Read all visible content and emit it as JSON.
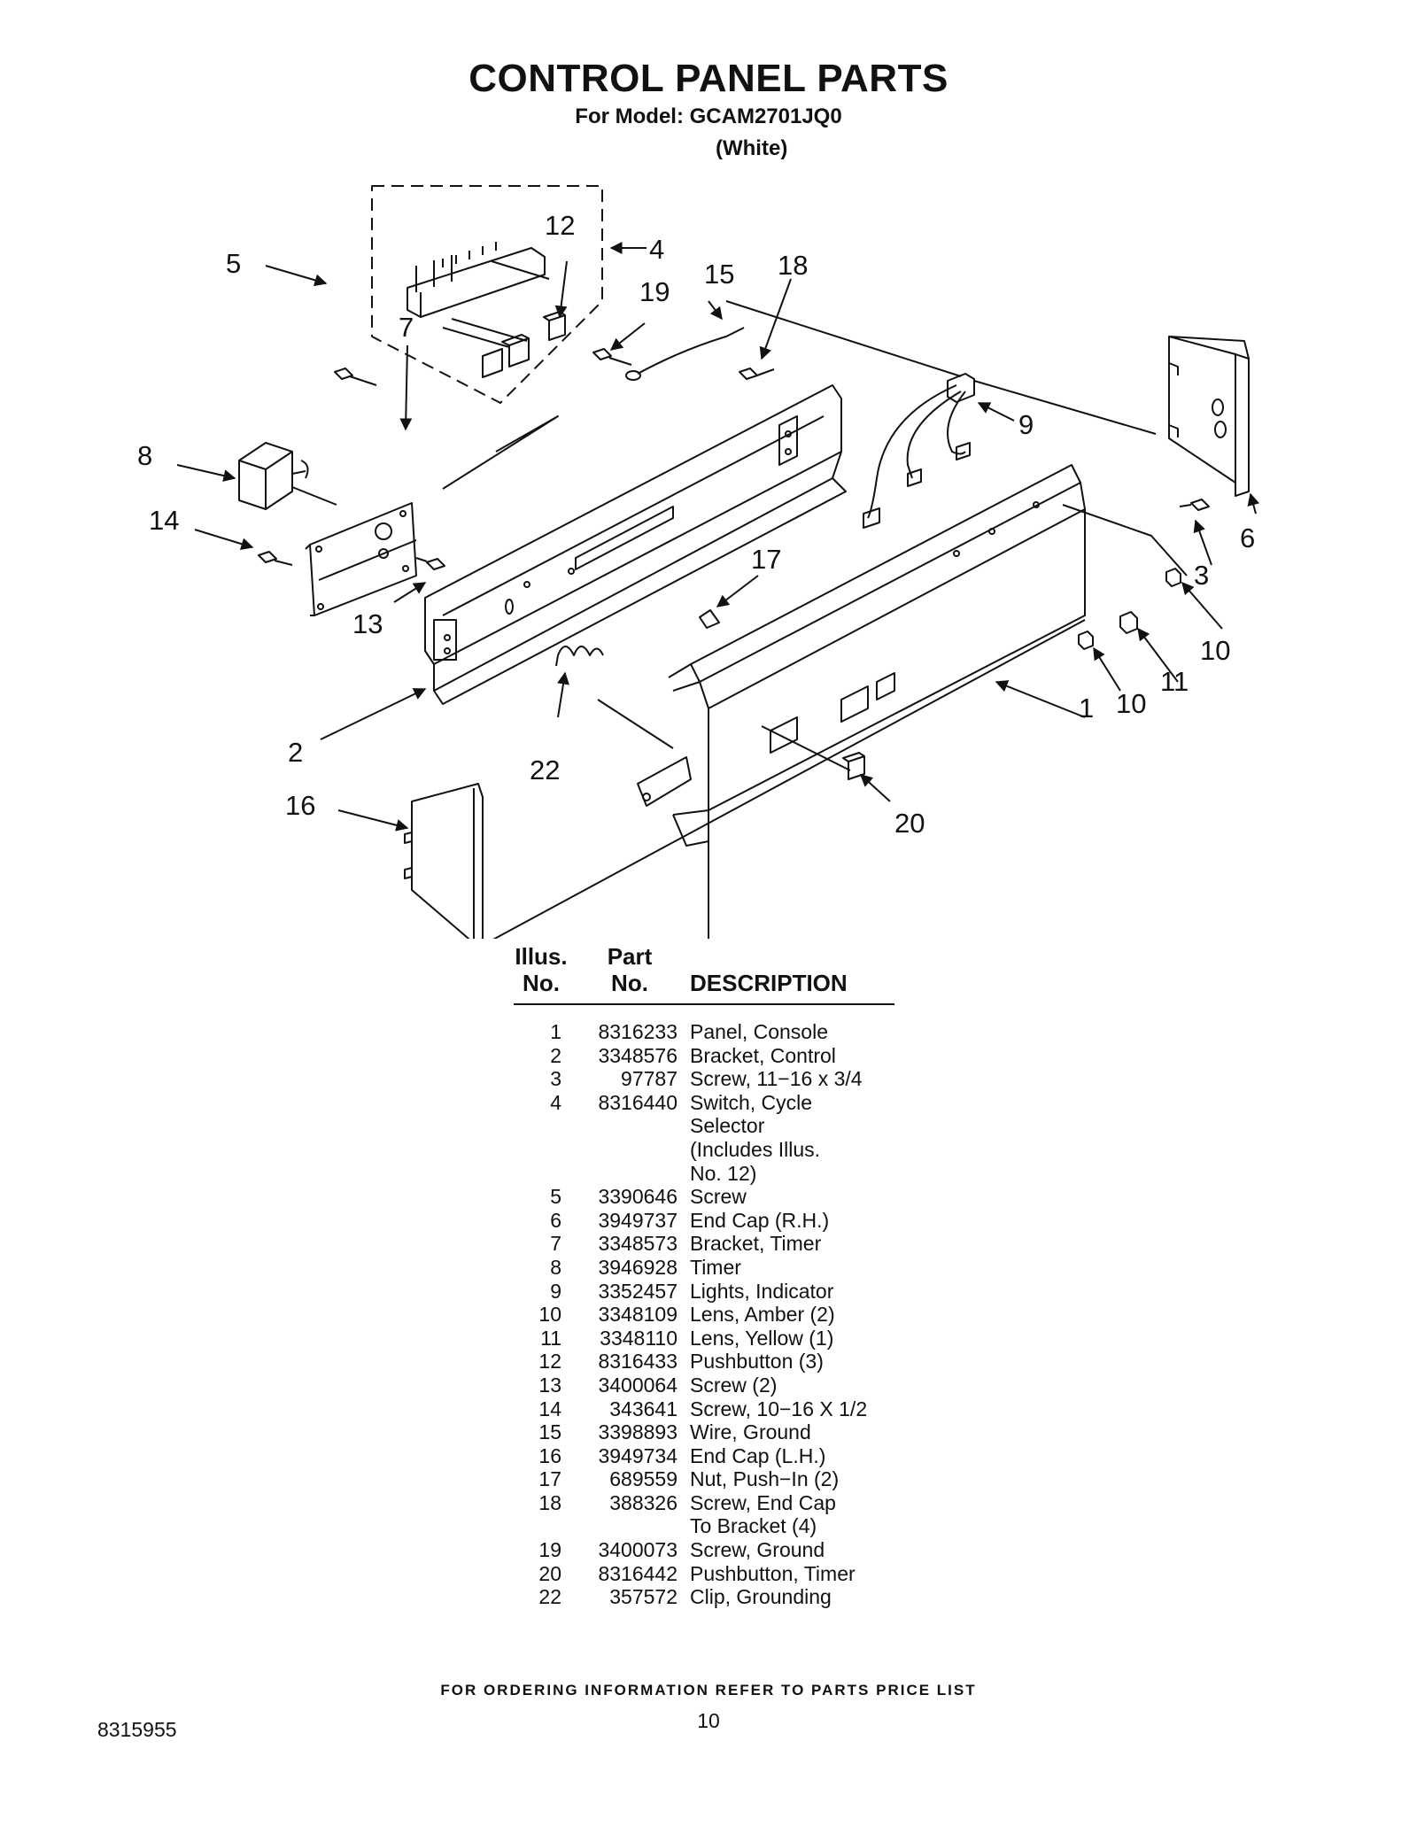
{
  "header": {
    "title": "CONTROL PANEL PARTS",
    "model_line": "For Model: GCAM2701JQ0",
    "color": "(White)"
  },
  "diagram": {
    "callouts": [
      "1",
      "2",
      "3",
      "4",
      "5",
      "6",
      "7",
      "8",
      "9",
      "10",
      "10",
      "11",
      "12",
      "13",
      "14",
      "15",
      "16",
      "17",
      "18",
      "19",
      "20",
      "22"
    ]
  },
  "table": {
    "headers": {
      "illus_line1": "Illus.",
      "illus_line2": "No.",
      "part_line1": "Part",
      "part_line2": "No.",
      "description": "DESCRIPTION"
    },
    "rows": [
      {
        "no": "1",
        "part": "8316233",
        "desc": "Panel, Console"
      },
      {
        "no": "2",
        "part": "3348576",
        "desc": "Bracket, Control"
      },
      {
        "no": "3",
        "part": "97787",
        "desc": "Screw, 11−16 x 3/4"
      },
      {
        "no": "4",
        "part": "8316440",
        "desc": "Switch, Cycle"
      },
      {
        "no": "",
        "part": "",
        "desc": "Selector"
      },
      {
        "no": "",
        "part": "",
        "desc": "(Includes Illus."
      },
      {
        "no": "",
        "part": "",
        "desc": "No. 12)"
      },
      {
        "no": "5",
        "part": "3390646",
        "desc": "Screw"
      },
      {
        "no": "6",
        "part": "3949737",
        "desc": "End Cap (R.H.)"
      },
      {
        "no": "7",
        "part": "3348573",
        "desc": "Bracket, Timer"
      },
      {
        "no": "8",
        "part": "3946928",
        "desc": "Timer"
      },
      {
        "no": "9",
        "part": "3352457",
        "desc": "Lights, Indicator"
      },
      {
        "no": "10",
        "part": "3348109",
        "desc": "Lens, Amber (2)"
      },
      {
        "no": "11",
        "part": "3348110",
        "desc": "Lens, Yellow (1)"
      },
      {
        "no": "12",
        "part": "8316433",
        "desc": "Pushbutton (3)"
      },
      {
        "no": "13",
        "part": "3400064",
        "desc": "Screw (2)"
      },
      {
        "no": "14",
        "part": "343641",
        "desc": "Screw, 10−16 X 1/2"
      },
      {
        "no": "15",
        "part": "3398893",
        "desc": "Wire, Ground"
      },
      {
        "no": "16",
        "part": "3949734",
        "desc": "End Cap (L.H.)"
      },
      {
        "no": "17",
        "part": "689559",
        "desc": "Nut, Push−In (2)"
      },
      {
        "no": "18",
        "part": "388326",
        "desc": "Screw, End Cap"
      },
      {
        "no": "",
        "part": "",
        "desc": "To Bracket (4)"
      },
      {
        "no": "19",
        "part": "3400073",
        "desc": "Screw, Ground"
      },
      {
        "no": "20",
        "part": "8316442",
        "desc": "Pushbutton, Timer"
      },
      {
        "no": "22",
        "part": "357572",
        "desc": "Clip, Grounding"
      }
    ]
  },
  "footer": {
    "ordering_note": "FOR ORDERING INFORMATION REFER TO PARTS PRICE LIST",
    "doc_number": "8315955",
    "page_number": "10"
  }
}
